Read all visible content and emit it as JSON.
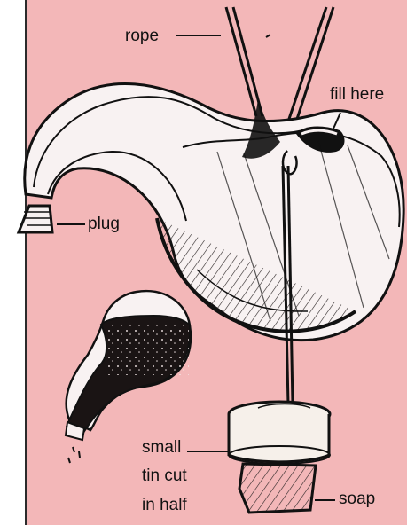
{
  "diagram": {
    "labels": {
      "rope": "rope",
      "fill_here": "fill here",
      "plug": "plug",
      "small_tin_line1": "small",
      "small_tin_line2": "tin cut",
      "small_tin_line3": "in half",
      "soap": "soap"
    },
    "colors": {
      "background": "#f3b7b8",
      "ink": "#111111",
      "tin": "#f7f0ea",
      "liquid": "#1a1414"
    }
  }
}
